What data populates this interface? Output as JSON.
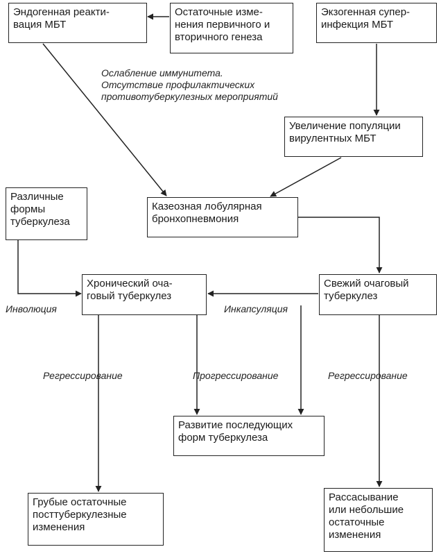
{
  "boxes": {
    "endogenous": "Эндогенная реакти-\nвация МБТ",
    "residual": "Остаточные изме-\nнения первичного и\nвторичного генеза",
    "exogenous": "Экзогенная супер-\nинфекция МБТ",
    "population": "Увеличение популяции\nвирулентных МБТ",
    "various": "Различные\nформы\nтуберкулеза",
    "caseous": "Казеозная лобулярная\nбронхопневмония",
    "chronic": "Хронический оча-\nговый туберкулез",
    "fresh": "Свежий очаговый\nтуберкулез",
    "development": "Развитие последующих\nформ туберкулеза",
    "rough": "Грубые остаточные\nпосттуберкулезные\nизменения",
    "resorption": "Рассасывание\nили небольшие\nостаточные\nизменения"
  },
  "labels": {
    "immunity": "Ослабление иммунитета.\nОтсутствие профилактических\nпротивотуберкулезных мероприятий",
    "involution": "Инволюция",
    "encapsulation": "Инкапсуляция",
    "regression_left": "Регрессирование",
    "progression": "Прогрессирование",
    "regression_right": "Регрессирование"
  }
}
